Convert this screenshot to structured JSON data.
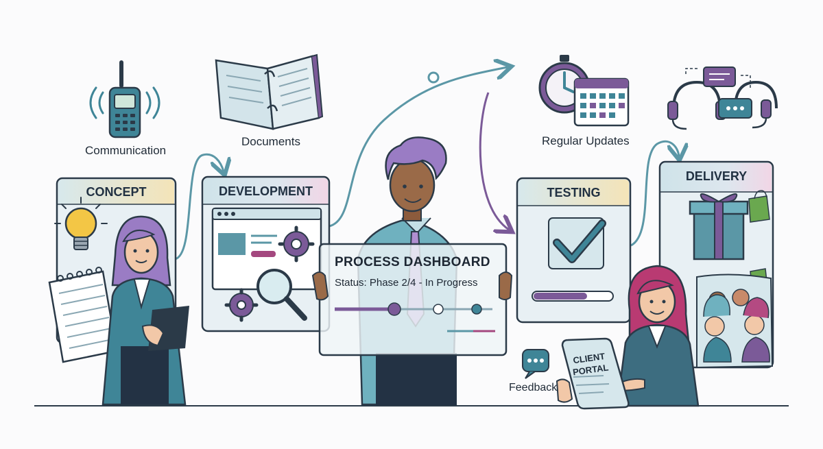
{
  "labels": {
    "communication": "Communication",
    "documents": "Documents",
    "regular_updates": "Regular Updates",
    "feedback": "Feedback"
  },
  "stages": {
    "concept": "CONCEPT",
    "development": "DEVELOPMENT",
    "testing": "TESTING",
    "delivery": "DELIVERY"
  },
  "dashboard": {
    "title": "PROCESS DASHBOARD",
    "status": "Status: Phase 2/4 - In Progress",
    "phase_current": 2,
    "phase_total": 4
  },
  "client_portal": {
    "line1": "CLIENT",
    "line2": "PORTAL"
  },
  "icons": {
    "communication": "walkie-talkie-icon",
    "documents": "open-binder-icon",
    "regular_updates": "stopwatch-calendar-icon",
    "support": "headset-chat-icon",
    "concept": "lightbulb-icon",
    "development": "browser-gear-icon",
    "testing": "checkmark-icon",
    "delivery": "gift-box-icon",
    "feedback": "chat-bubble-icon"
  },
  "colors": {
    "teal": "#3f8597",
    "purple": "#7b5a98",
    "card_bg": "#e8f0f4",
    "outline": "#2b3a48"
  }
}
